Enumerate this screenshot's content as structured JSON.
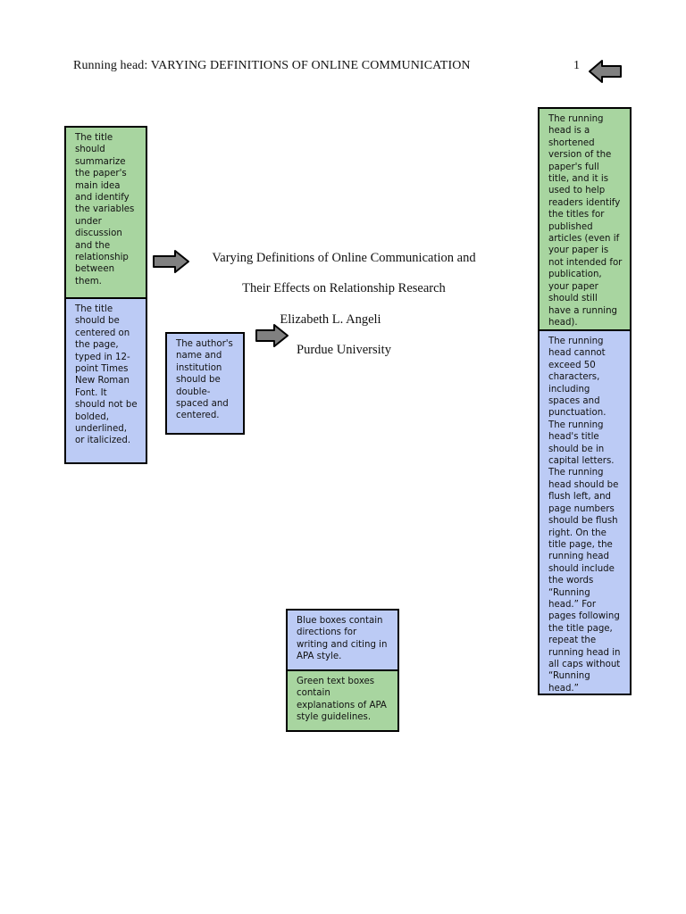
{
  "header": {
    "running_head": "Running head: VARYING DEFINITIONS OF ONLINE COMMUNICATION",
    "page_number": "1"
  },
  "title_page": {
    "title_line_1": "Varying Definitions of Online Communication and",
    "title_line_2": "Their Effects on Relationship Research",
    "author": "Elizabeth L. Angeli",
    "institution": "Purdue University"
  },
  "notes": {
    "title_summary": "The title should summarize the paper's main idea and identify the variables under discussion and the relationship between them.",
    "title_format": "The title should be centered on the page, typed in 12-point Times New Roman Font. It should not be bolded, underlined, or italicized.",
    "author_format": "The author's name and institution should be double-spaced and centered.",
    "running_head_explanation": "The running head is a shortened version of the paper's full title, and it is used to help readers identify the titles for published articles (even if your paper is not intended for publication, your paper should still have a running head).",
    "running_head_rules": "The running head cannot exceed 50 characters, including spaces and punctuation. The running head's title should be in capital letters. The running head should be flush left, and page numbers should be flush right. On the title page, the running head should include the words “Running head.” For pages following the title page, repeat the running head in all caps without “Running head.”",
    "legend_blue": "Blue boxes contain directions for writing and citing in APA style.",
    "legend_green": "Green text boxes contain explanations of APA style guidelines."
  },
  "colors": {
    "green_box": "#a8d5a0",
    "blue_box": "#bccbf5",
    "arrow_fill": "#808080"
  },
  "icons": {
    "page_number_arrow": "arrow-left-icon",
    "title_arrow": "arrow-right-icon",
    "author_arrow": "arrow-right-icon"
  }
}
